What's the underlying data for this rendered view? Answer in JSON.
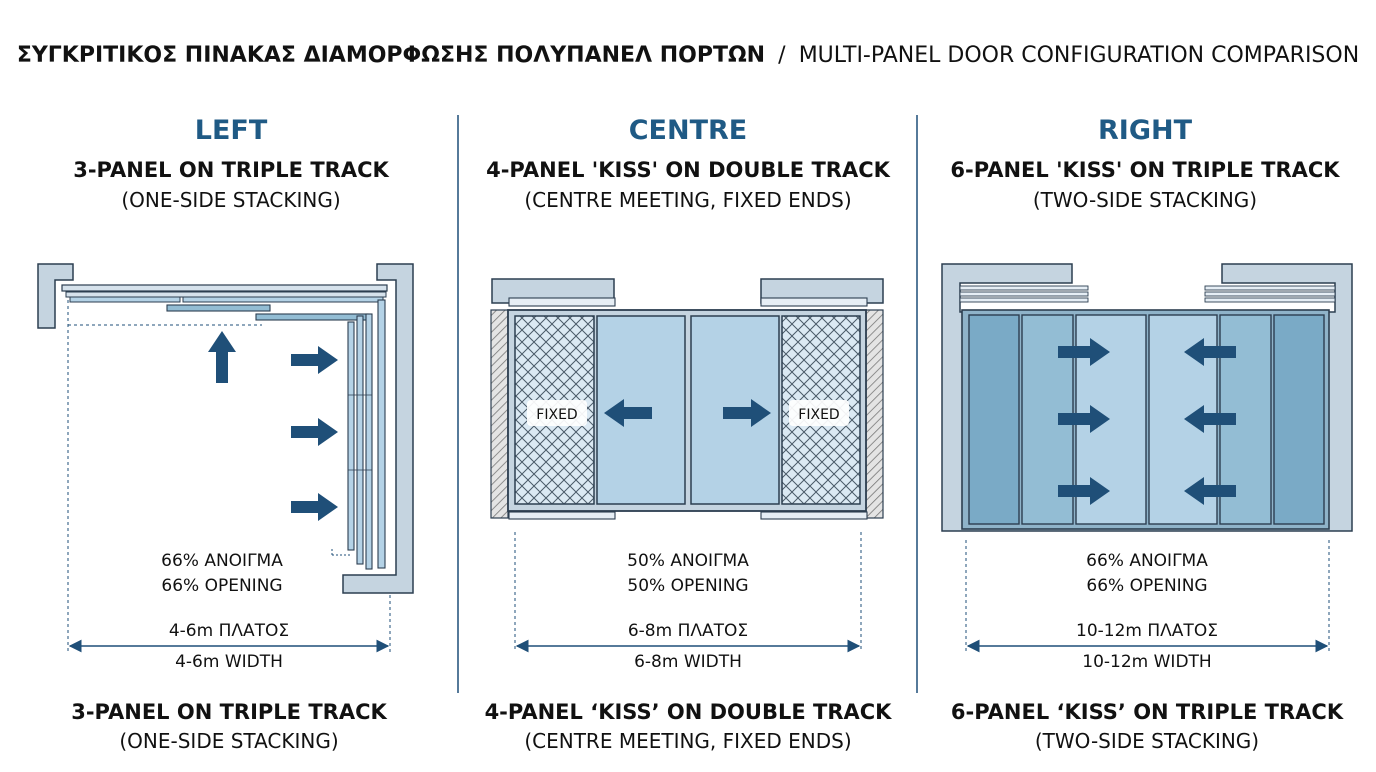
{
  "title": {
    "greek": "ΣΥΓΚΡΙΤΙΚΟΣ ΠΙΝΑΚΑΣ ΔΙΑΜΟΡΦΩΣΗΣ ΠΟΛΥΠΑΝΕΛ ΠΟΡΤΩΝ",
    "separator": "/",
    "english": "MULTI-PANEL DOOR CONFIGURATION COMPARISON"
  },
  "sections": {
    "left": {
      "heading": "LEFT",
      "subtitle": "3-PANEL ON TRIPLE TRACK",
      "subtitle2": "(ONE-SIDE STACKING)",
      "opening_gr": "66% ΑΝΟΙΓΜΑ",
      "opening_en": "66% OPENING",
      "width_gr": "4-6m ΠΛΑΤΟΣ",
      "width_en": "4-6m WIDTH",
      "footer": "3-PANEL ON TRIPLE TRACK",
      "footer2": "(ONE-SIDE STACKING)"
    },
    "centre": {
      "heading": "CENTRE",
      "subtitle": "4-PANEL 'KISS' ON DOUBLE TRACK",
      "subtitle2": "(CENTRE MEETING, FIXED ENDS)",
      "fixed_left": "FIXED",
      "fixed_right": "FIXED",
      "opening_gr": "50% ΑΝΟΙΓΜΑ",
      "opening_en": "50% OPENING",
      "width_gr": "6-8m ΠΛΑΤΟΣ",
      "width_en": "6-8m WIDTH",
      "footer": "4-PANEL ‘KISS’ ON DOUBLE TRACK",
      "footer2": "(CENTRE MEETING, FIXED ENDS)"
    },
    "right": {
      "heading": "RIGHT",
      "subtitle": "6-PANEL 'KISS' ON TRIPLE TRACK",
      "subtitle2": "(TWO-SIDE STACKING)",
      "opening_gr": "66% ΑΝΟΙΓΜΑ",
      "opening_en": "66% OPENING",
      "width_gr": "10-12m ΠΛΑΤΟΣ",
      "width_en": "10-12m WIDTH",
      "footer": "6-PANEL ‘KISS’ ON TRIPLE TRACK",
      "footer2": "(TWO-SIDE STACKING)"
    }
  },
  "colors": {
    "heading": "#1f5a85",
    "arrow": "#1f4f78",
    "frame_fill": "#c5d4e0",
    "frame_stroke": "#2c3e50",
    "glass_light": "#b4d2e6",
    "glass_mid": "#93bdd4",
    "glass_dark": "#7aaac6",
    "hatch": "#555555",
    "divider": "#1f4f78"
  }
}
